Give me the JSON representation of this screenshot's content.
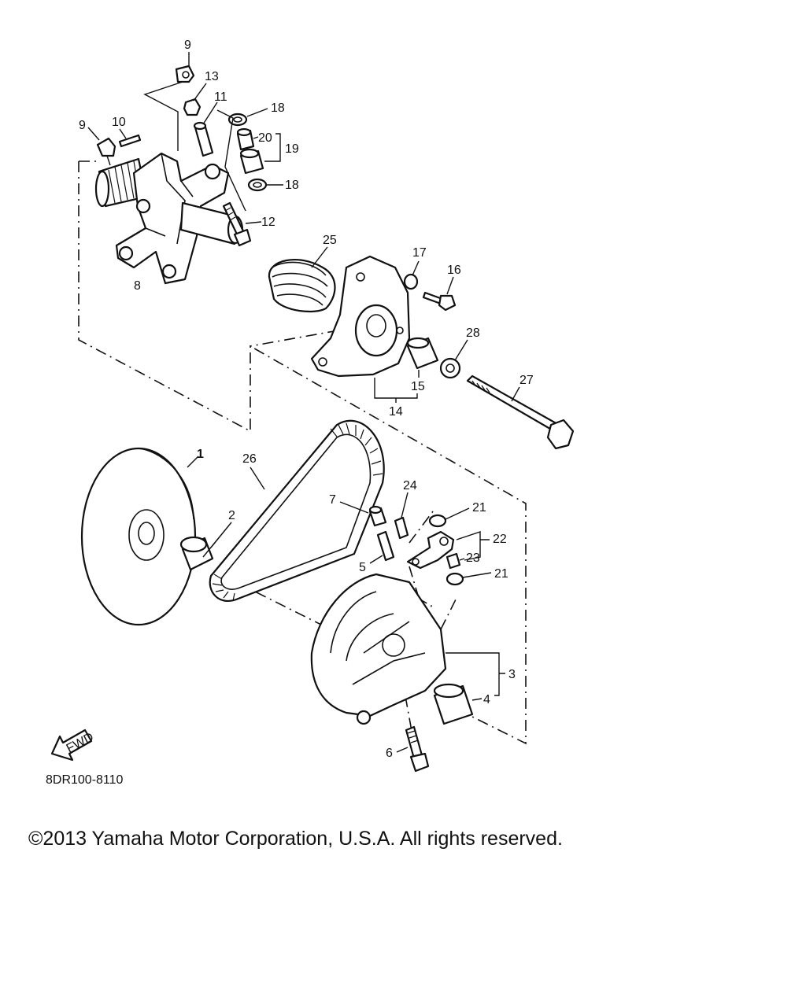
{
  "diagram": {
    "part_numbers": [
      "1",
      "2",
      "3",
      "4",
      "5",
      "6",
      "7",
      "8",
      "9",
      "10",
      "11",
      "12",
      "13",
      "14",
      "15",
      "16",
      "17",
      "18",
      "19",
      "20",
      "21",
      "22",
      "23",
      "24",
      "25",
      "26",
      "27",
      "28"
    ],
    "drawing_code": "8DR100-8110",
    "fwd_label": "FWD"
  },
  "copyright": "©2013 Yamaha Motor Corporation, U.S.A. All rights reserved."
}
